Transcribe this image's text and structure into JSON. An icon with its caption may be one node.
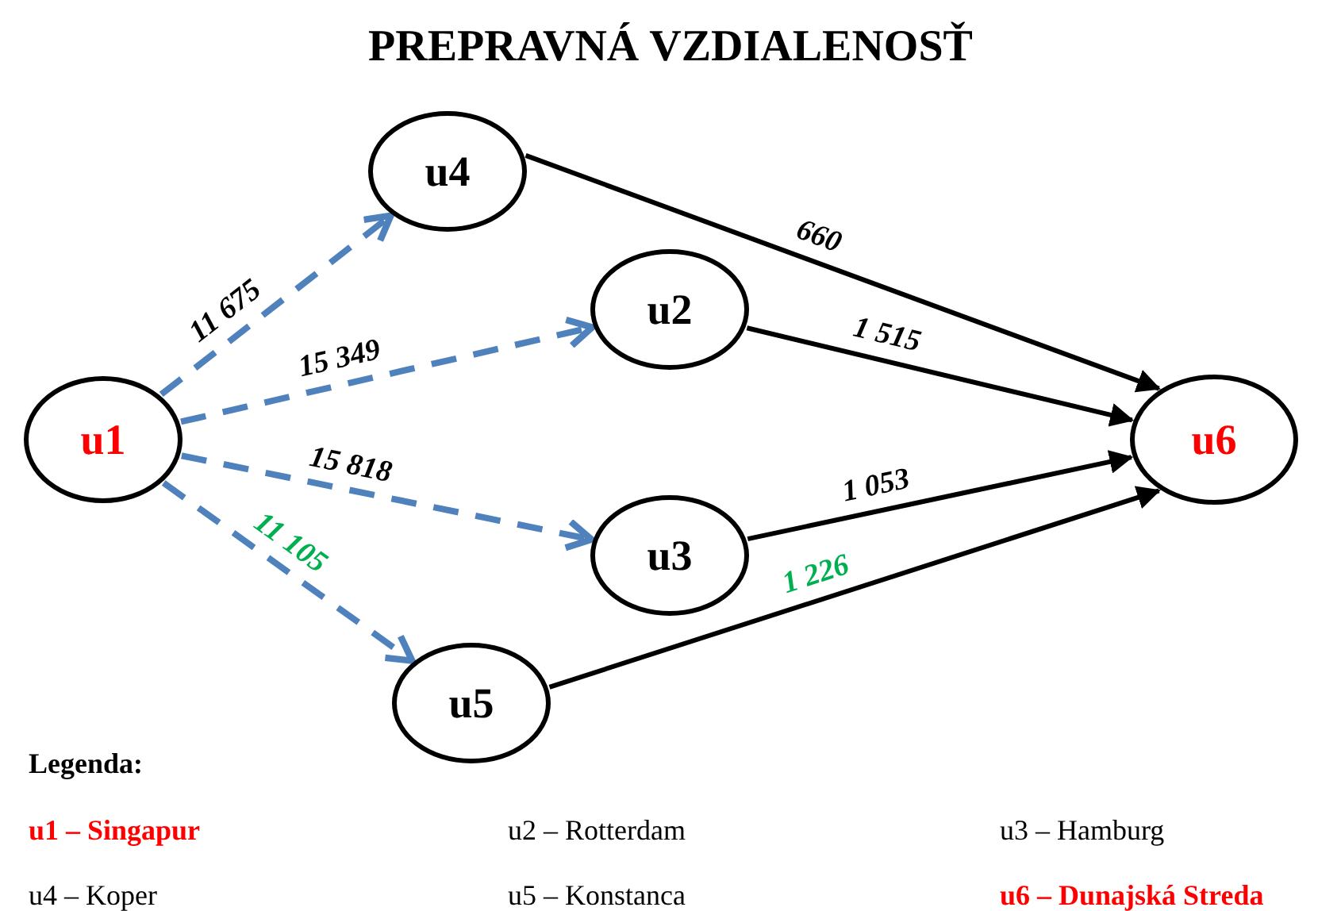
{
  "diagram": {
    "title": "PREPRAVNÁ VZDIALENOSŤ",
    "nodes": [
      {
        "text": [
          "u1"
        ]
      },
      {
        "text": [
          "u4"
        ]
      },
      {
        "text": [
          "u2"
        ]
      },
      {
        "text": [
          "u3"
        ]
      },
      {
        "text": [
          "u5"
        ]
      },
      {
        "text": [
          "u6"
        ]
      }
    ],
    "edges": [
      {
        "from": 0,
        "to": 1,
        "arrow": "to",
        "label": "11 675",
        "style": "dashed",
        "color": "#4f81bd"
      },
      {
        "from": 0,
        "to": 2,
        "arrow": "to",
        "label": "15 349",
        "style": "dashed",
        "color": "#4f81bd"
      },
      {
        "from": 0,
        "to": 3,
        "arrow": "to",
        "label": "15 818",
        "style": "dashed",
        "color": "#4f81bd"
      },
      {
        "from": 0,
        "to": 4,
        "arrow": "to",
        "label": "11 105",
        "style": "dashed",
        "color": "#4f81bd"
      },
      {
        "from": 1,
        "to": 5,
        "arrow": "to",
        "label": "660",
        "color": "#000000"
      },
      {
        "from": 2,
        "to": 5,
        "arrow": "to",
        "label": "1 515",
        "color": "#000000"
      },
      {
        "from": 3,
        "to": 5,
        "arrow": "to",
        "label": "1 053",
        "color": "#000000"
      },
      {
        "from": 4,
        "to": 5,
        "arrow": "to",
        "label": "1 226",
        "color": "#000000"
      }
    ],
    "labels": [
      "Legenda:",
      "u1 – Singapur",
      "u2 – Rotterdam",
      "u3 – Hamburg",
      "u4 – Koper",
      "u5 – Konstanca",
      "u6 – Dunajská Streda"
    ]
  }
}
